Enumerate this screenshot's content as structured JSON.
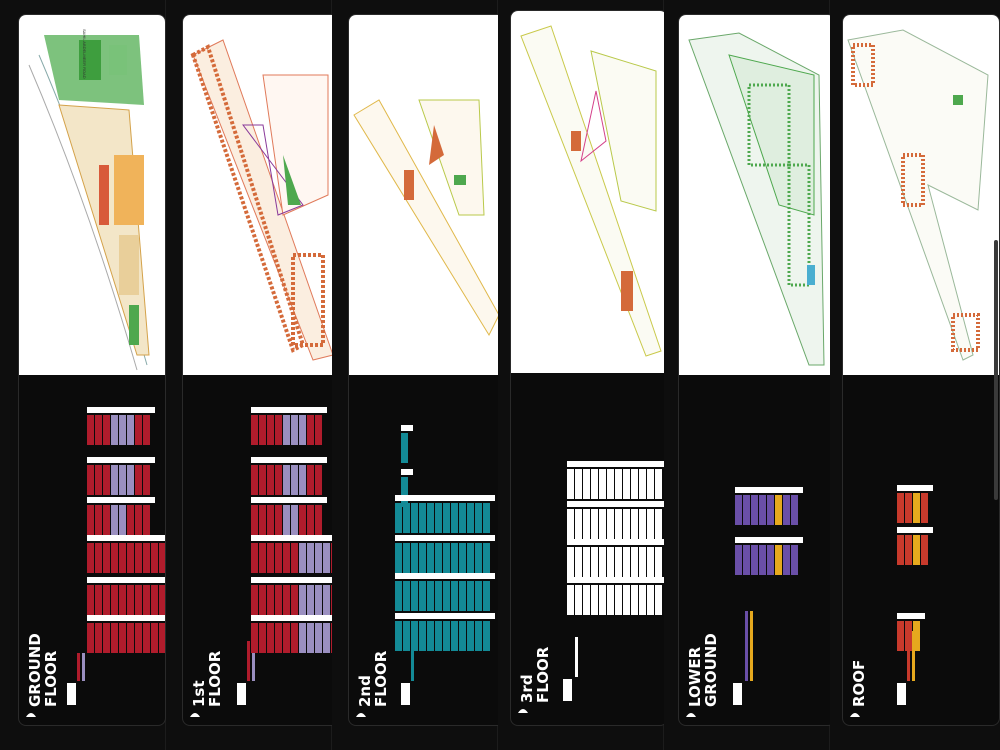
{
  "floors": [
    {
      "title_line1": "GROUND",
      "title_line2": "FLOOR",
      "plan_label": "SAHIL ABDELMEER ROAD",
      "accent": "#b01c2c",
      "accent2": "#9a8fc0"
    },
    {
      "title_line1": "1st",
      "title_line2": "FLOOR",
      "accent": "#b01c2c",
      "accent2": "#9a8fc0"
    },
    {
      "title_line1": "2nd",
      "title_line2": "FLOOR",
      "accent": "#138a96",
      "accent2": "#138a96"
    },
    {
      "title_line1": "3rd",
      "title_line2": "FLOOR",
      "accent": "#ffffff",
      "accent2": "#ffffff"
    },
    {
      "title_line1": "LOWER",
      "title_line2": "GROUND",
      "accent": "#6a4fa8",
      "accent2": "#e6a91e"
    },
    {
      "title_line1": "ROOF",
      "title_line2": "",
      "accent": "#c83a2c",
      "accent2": "#e6a91e"
    }
  ]
}
